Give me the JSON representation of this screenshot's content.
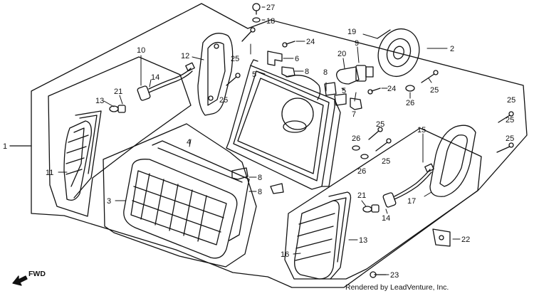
{
  "diagram": {
    "callouts": {
      "c1": "1",
      "c2": "2",
      "c3": "3",
      "c4": "4",
      "c5a": "5",
      "c5b": "5",
      "c6": "6",
      "c7": "7",
      "c8a": "8",
      "c8b": "8",
      "c8c": "8",
      "c8d": "8",
      "c9": "9",
      "c10": "10",
      "c11": "11",
      "c12": "12",
      "c13a": "13",
      "c13b": "13",
      "c14a": "14",
      "c14b": "14",
      "c15": "15",
      "c16": "16",
      "c17": "17",
      "c18": "18",
      "c19": "19",
      "c20": "20",
      "c21a": "21",
      "c21b": "21",
      "c22": "22",
      "c23": "23",
      "c24a": "24",
      "c24b": "24",
      "c25a": "25",
      "c25b": "25",
      "c25c": "25",
      "c25d": "25",
      "c25e": "25",
      "c25f": "25",
      "c25g": "25",
      "c26a": "26",
      "c26b": "26",
      "c26c": "26",
      "c27": "27"
    },
    "direction_label": "FWD",
    "credit": "Rendered by LeadVenture, Inc."
  }
}
